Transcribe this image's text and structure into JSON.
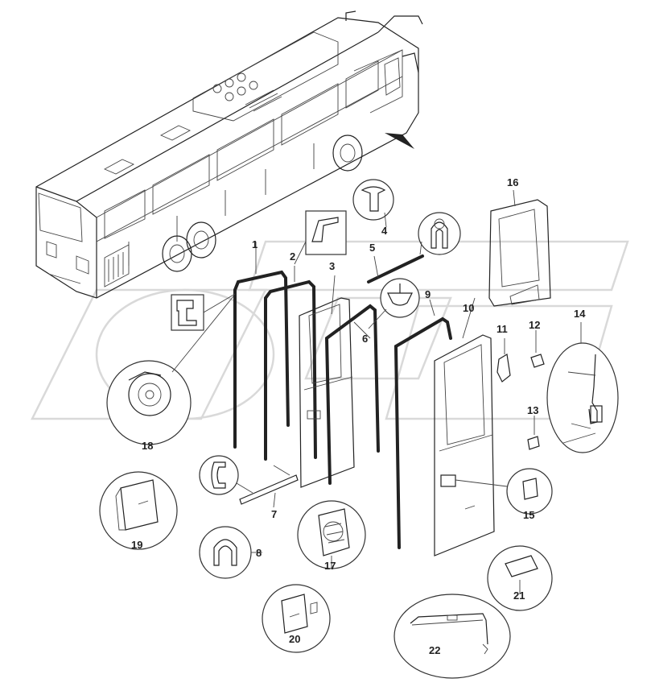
{
  "parts": [
    {
      "id": "label-1",
      "text": "1"
    },
    {
      "id": "label-2",
      "text": "2"
    },
    {
      "id": "label-3",
      "text": "3"
    },
    {
      "id": "label-4",
      "text": "4"
    },
    {
      "id": "label-5",
      "text": "5"
    },
    {
      "id": "label-6",
      "text": "6"
    },
    {
      "id": "label-7",
      "text": "7"
    },
    {
      "id": "label-8",
      "text": "8"
    },
    {
      "id": "label-9",
      "text": "9"
    },
    {
      "id": "label-10",
      "text": "10"
    },
    {
      "id": "label-11",
      "text": "11"
    },
    {
      "id": "label-12",
      "text": "12"
    },
    {
      "id": "label-13",
      "text": "13"
    },
    {
      "id": "label-14",
      "text": "14"
    },
    {
      "id": "label-15",
      "text": "15"
    },
    {
      "id": "label-16",
      "text": "16"
    },
    {
      "id": "label-17",
      "text": "17"
    },
    {
      "id": "label-18",
      "text": "18"
    },
    {
      "id": "label-19",
      "text": "19"
    },
    {
      "id": "label-20",
      "text": "20"
    },
    {
      "id": "label-21",
      "text": "21"
    },
    {
      "id": "label-22",
      "text": "22"
    }
  ]
}
